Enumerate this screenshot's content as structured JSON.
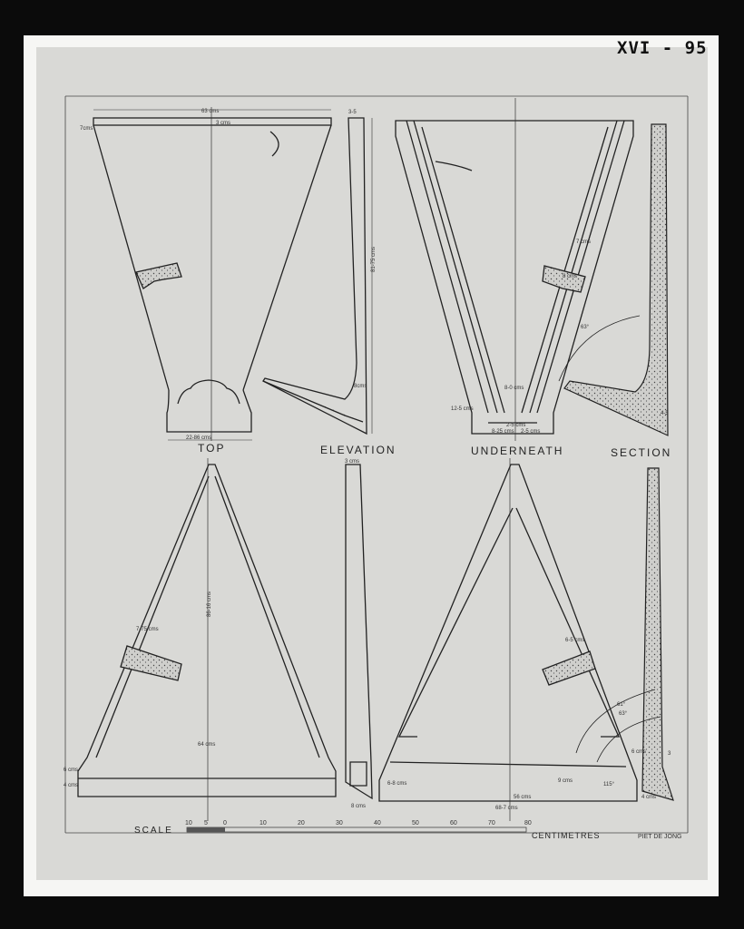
{
  "plate_id": "XVI - 95",
  "view_labels": {
    "top": "TOP",
    "elevation": "ELEVATION",
    "underneath": "UNDERNEATH",
    "section": "SECTION"
  },
  "dimensions": {
    "top_width": "63 cms",
    "top_thick": "3 cms",
    "top_edge": "7cms",
    "elev_top": "3-5",
    "elev_height": "81-75 cms",
    "elev_foot": "8cms",
    "base_width": "22-86 cms",
    "under_top": "7 cms",
    "under_inner": "8 cms",
    "under_neck": "8-0 cms",
    "under_base_h": "12-5 cms",
    "under_base_a": "2-5 cms",
    "under_base_b": "8-25 cms",
    "under_base_c": "2-5 cms",
    "section_angle": "63°",
    "section_foot": "4-5",
    "lower_elev_top": "3 cms",
    "lower_edge": "7-75 cms",
    "lower_height": "86-16 cms",
    "lower_base_width": "64 cms",
    "lower_base_h1": "6 cms",
    "lower_base_h2": "4 cms",
    "lower_elev_foot": "8 cms",
    "lower_under_edge": "6-5 cms",
    "lower_under_h": "6-8 cms",
    "lower_under_mid": "9 cms",
    "lower_under_w1": "56 cms",
    "lower_under_w2": "68-7 cms",
    "lower_angle1": "61°",
    "lower_angle2": "63°",
    "lower_angle3": "115°",
    "lower_section_h": "6 cms",
    "lower_section_w": "3",
    "lower_section_foot": "4 cms"
  },
  "scale": {
    "label": "SCALE",
    "ticks": [
      "10",
      "5",
      "0",
      "10",
      "20",
      "30",
      "40",
      "50",
      "60",
      "70",
      "80"
    ],
    "unit": "CENTIMETRES"
  },
  "signature": "PIET DE JONG"
}
